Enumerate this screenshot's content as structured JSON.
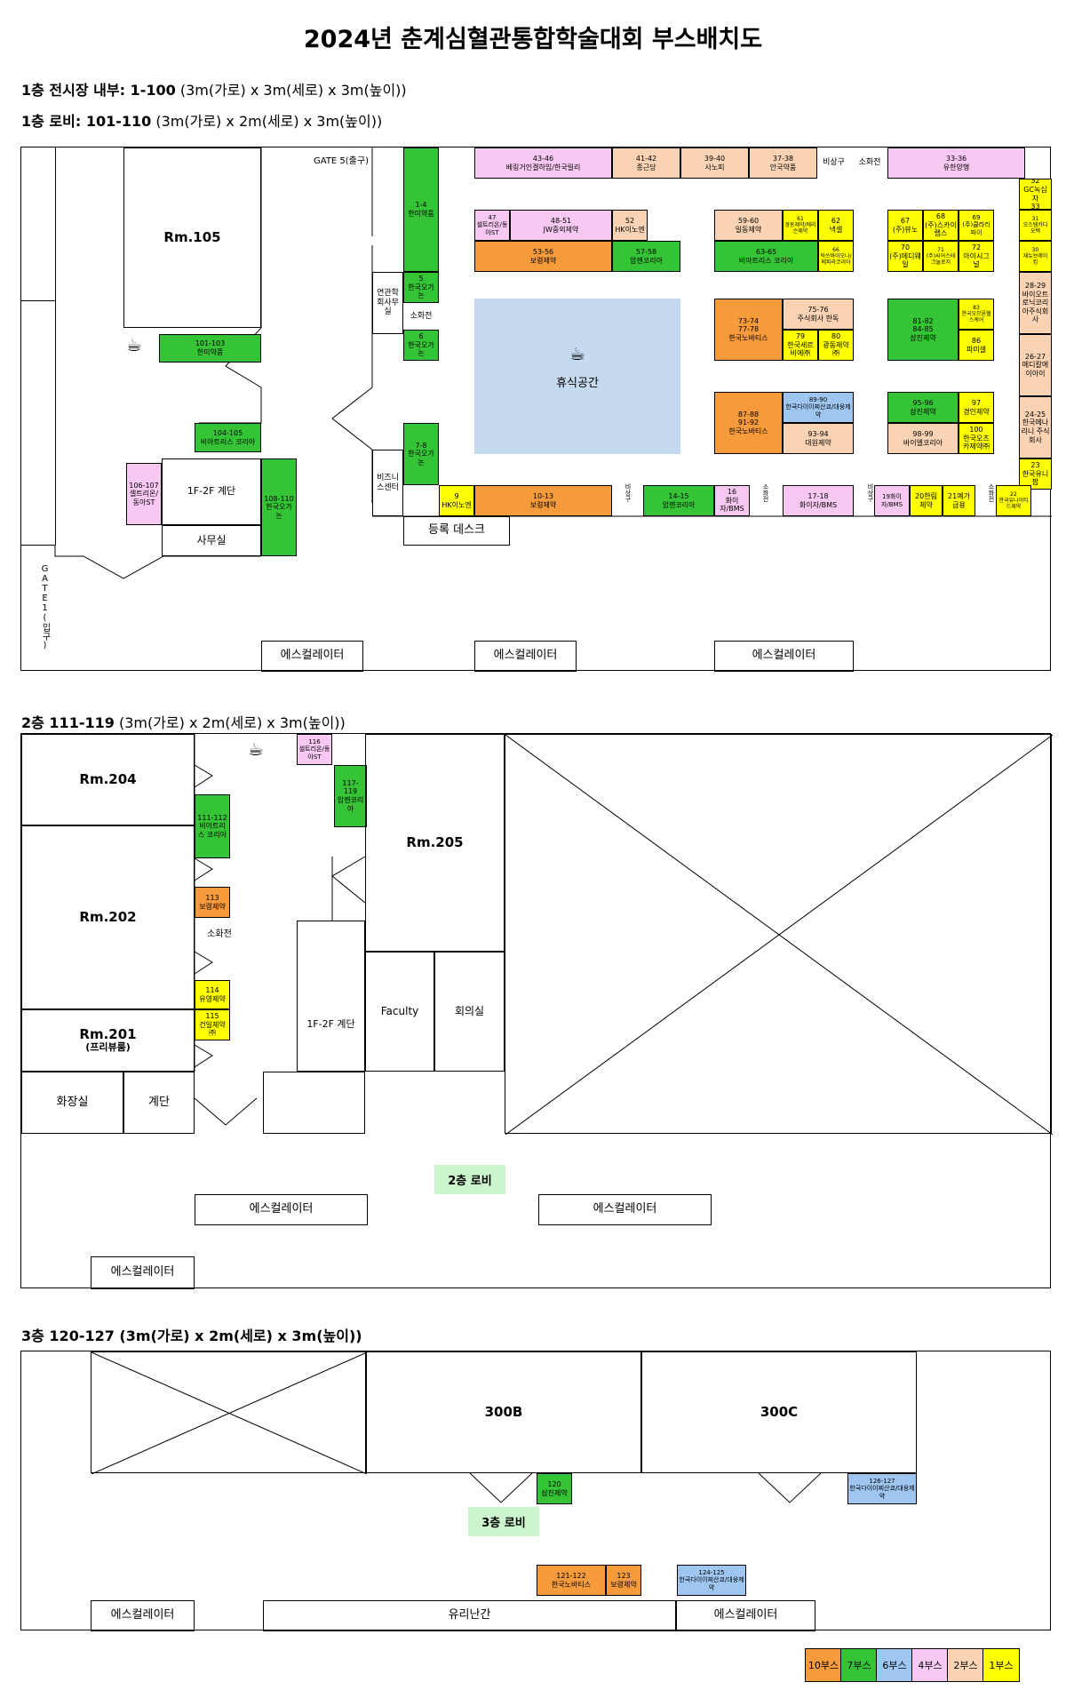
{
  "title": "2024년 춘계심혈관통합학술대회 부스배치도",
  "notes": {
    "f1_hall_bold": "1층 전시장 내부: 1-100",
    "f1_hall_rest": " (3m(가로) x 3m(세로) x 3m(높이))",
    "f1_lobby_bold": "1층 로비: 101-110",
    "f1_lobby_rest": " (3m(가로) x 2m(세로) x 3m(높이))",
    "f2_bold": "2층 111-119",
    "f2_rest": " (3m(가로) x 2m(세로) x 3m(높이))",
    "f3": "3층 120-127 (3m(가로) x 2m(세로) x 3m(높이))"
  },
  "floor1": {
    "gate5": "GATE 5(출구)",
    "gate1": "GATE1(입구)",
    "rm105": "Rm.105",
    "stairs": "1F-2F 계단",
    "office": "사무실",
    "reg_desk": "등록 데스크",
    "escalator": "에스컬레이터",
    "assoc_office": "연관학회사무실",
    "biz_center": "비즈니스센터",
    "extinguisher": "소화전",
    "emergency": "비상구",
    "rest_area": "휴식공간"
  },
  "booths_f1": {
    "b1_4": {
      "num": "1-4",
      "name": "한미약품"
    },
    "b5": {
      "num": "5",
      "name": "한국오가논"
    },
    "b6": {
      "num": "6",
      "name": "한국오가논"
    },
    "b7_8": {
      "num": "7-8",
      "name": "한국오가논"
    },
    "b9": {
      "num": "9",
      "name": "HK이노엔"
    },
    "b10_13": {
      "num": "10-13",
      "name": "보령제약"
    },
    "b14_15": {
      "num": "14-15",
      "name": "암젠코리아"
    },
    "b16": {
      "num": "16",
      "name": "화이자/BMS"
    },
    "b17_18": {
      "num": "17-18",
      "name": "화이자/BMS"
    },
    "b19": {
      "num": "19화이",
      "name": "자/BMS"
    },
    "b20": {
      "num": "20한림",
      "name": "제약"
    },
    "b21": {
      "num": "21예가",
      "name": "급용"
    },
    "b22": {
      "num": "22",
      "name": "한국유나이티드제약"
    },
    "b23": {
      "num": "23",
      "name": "한국유니팜"
    },
    "b24_25": {
      "num": "24-25",
      "name": "한국메나리니 주식회사"
    },
    "b26_27": {
      "num": "26-27",
      "name": "메디칼에이아이"
    },
    "b28_29": {
      "num": "28-29",
      "name": "바이오트로닉코리아주식회사"
    },
    "b30": {
      "num": "30",
      "name": "재뉴브레이킹"
    },
    "b31": {
      "num": "31",
      "name": "오스템카디오텍"
    },
    "b32_33": {
      "num": "32",
      "name": "GC녹십자",
      "num2": "33"
    },
    "b33_36": {
      "num": "33-36",
      "name": "유한양행"
    },
    "b37_38": {
      "num": "37-38",
      "name": "안국약품"
    },
    "b39_40": {
      "num": "39-40",
      "name": "사노피"
    },
    "b41_42": {
      "num": "41-42",
      "name": "종근당"
    },
    "b43_46": {
      "num": "43-46",
      "name": "베링거인겔하임/한국릴리"
    },
    "b47": {
      "num": "47",
      "name": "셀트리온/동아ST"
    },
    "b48_51": {
      "num": "48-51",
      "name": "JW중외제약"
    },
    "b52": {
      "num": "52",
      "name": "HK이노엔"
    },
    "b53_56": {
      "num": "53-56",
      "name": "보령제약"
    },
    "b57_58": {
      "num": "57-58",
      "name": "암젠코리아"
    },
    "b59_60": {
      "num": "59-60",
      "name": "일동제약"
    },
    "b61": {
      "num": "61",
      "name": "경동제약/에리슨제약"
    },
    "b62": {
      "num": "62",
      "name": "넥셀"
    },
    "b63_65": {
      "num": "63-65",
      "name": "비아트리스 코리아"
    },
    "b66": {
      "num": "66",
      "name": "덕쓰바이오나/메파라코리아"
    },
    "b67": {
      "num": "67",
      "name": "(주)뷰노"
    },
    "b68": {
      "num": "68",
      "name": "(주)스카이랩스"
    },
    "b69": {
      "num": "69",
      "name": "(주)클라리파이"
    },
    "b70": {
      "num": "70",
      "name": "(주)메디웨일"
    },
    "b71": {
      "num": "71",
      "name": "(주)씨어스테크놀로지"
    },
    "b72": {
      "num": "72",
      "name": "아이시그널"
    },
    "b73_78": {
      "num": "73-74",
      "name": "한국노바티스",
      "num2": "77-78"
    },
    "b75_76": {
      "num": "75-76",
      "name": "주식회사 한독"
    },
    "b79": {
      "num": "79",
      "name": "한국세르비에㈜"
    },
    "b80": {
      "num": "80",
      "name": "광동제약㈜"
    },
    "b81_85": {
      "num": "81-82",
      "name": "삼진제약",
      "num2": "84-85"
    },
    "b83": {
      "num": "83",
      "name": "한국오므론헬스케어"
    },
    "b86": {
      "num": "86",
      "name": "파미셀"
    },
    "b87_92": {
      "num": "87-88",
      "name": "한국노바티스",
      "num2": "91-92"
    },
    "b89_90": {
      "num": "89-90",
      "name": "한국다이이찌산쿄/대웅제약"
    },
    "b93_94": {
      "num": "93-94",
      "name": "대원제약"
    },
    "b95_96": {
      "num": "95-96",
      "name": "삼진제약"
    },
    "b97": {
      "num": "97",
      "name": "경인제약"
    },
    "b98_99": {
      "num": "98-99",
      "name": "바이엘코리아"
    },
    "b100": {
      "num": "100",
      "name": "한국오츠카제약㈜"
    },
    "b101_103": {
      "num": "101-103",
      "name": "한미약품"
    },
    "b104_105": {
      "num": "104-105",
      "name": "비아트리스 코리아"
    },
    "b106_107": {
      "num": "106-107",
      "name": "셀트리온/동아ST"
    },
    "b108_110": {
      "num": "108-110",
      "name": "한국오가논"
    }
  },
  "floor2": {
    "rm204": "Rm.204",
    "rm202": "Rm.202",
    "rm201": "Rm.201",
    "rm201_sub": "(프리뷰룸)",
    "rm205": "Rm.205",
    "toilet": "화장실",
    "stairs_l": "계단",
    "stairs": "1F-2F 계단",
    "faculty": "Faculty",
    "meeting": "회의실",
    "extinguisher": "소화전",
    "lobby": "2층 로비",
    "escalator": "에스컬레이터",
    "b111_112": {
      "num": "111-112",
      "name": "비아트리스 코리아"
    },
    "b113": {
      "num": "113",
      "name": "보령제약"
    },
    "b114": {
      "num": "114",
      "name": "유영제약"
    },
    "b115": {
      "num": "115",
      "name": "건일제약㈜"
    },
    "b116": {
      "num": "116",
      "name": "셀트리온/동아ST"
    },
    "b117_119": {
      "num": "117-119",
      "name": "암젠코리아"
    }
  },
  "floor3": {
    "r300b": "300B",
    "r300c": "300C",
    "lobby": "3층 로비",
    "escalator": "에스컬레이터",
    "glass": "유리난간",
    "b120": {
      "num": "120",
      "name": "삼진제약"
    },
    "b121_122": {
      "num": "121-122",
      "name": "한국노바티스"
    },
    "b123": {
      "num": "123",
      "name": "보령제약"
    },
    "b124_125": {
      "num": "124-125",
      "name": "한국다이이찌산쿄/대웅제약"
    },
    "b126_127": {
      "num": "126-127",
      "name": "한국다이이찌산쿄/대웅제약"
    }
  },
  "legend": [
    {
      "label": "10부스",
      "color": "#f59b3c"
    },
    {
      "label": "7부스",
      "color": "#35c435"
    },
    {
      "label": "6부스",
      "color": "#9ec6f0"
    },
    {
      "label": "4부스",
      "color": "#f7c8f2"
    },
    {
      "label": "2부스",
      "color": "#f9d3b4"
    },
    {
      "label": "1부스",
      "color": "#ffff00"
    }
  ]
}
